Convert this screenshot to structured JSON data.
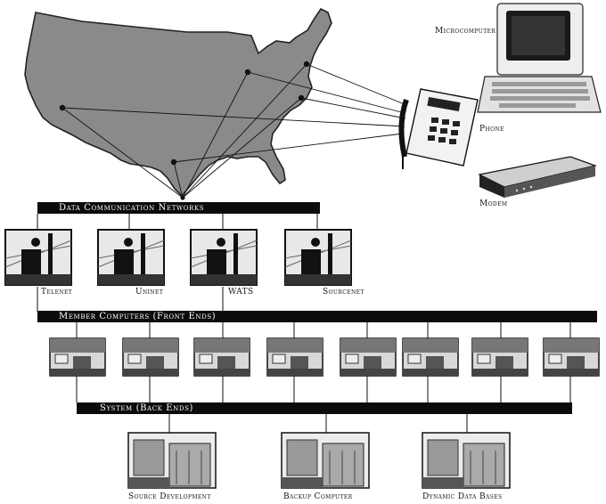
{
  "labels": {
    "microcomputer": "Microcomputer",
    "phone": "Phone",
    "modem": "Modem"
  },
  "bars": {
    "networks": "Data Communication Networks",
    "front_ends": "Member Computers (Front Ends)",
    "back_ends": "System (Back Ends)"
  },
  "networks": [
    "Telenet",
    "Uninet",
    "WATS",
    "Sourcenet"
  ],
  "back_end_systems": [
    "Source Development",
    "Backup Computer",
    "Dynamic Data Bases"
  ]
}
